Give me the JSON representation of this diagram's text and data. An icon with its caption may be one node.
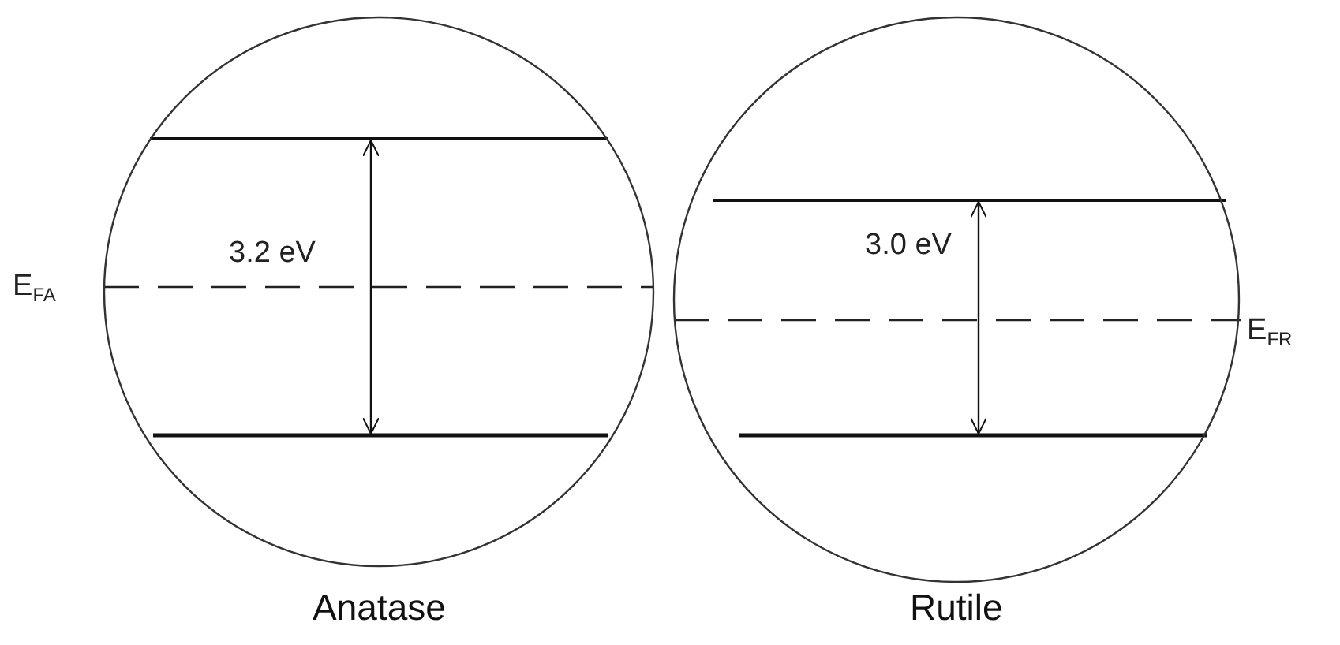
{
  "diagram": {
    "nodes": [
      {
        "text": [
          "3.2 eV"
        ],
        "beside": [
          "Anatase"
        ]
      },
      {
        "text": [
          "3.0 eV"
        ],
        "beside": [
          "Rutile"
        ]
      }
    ],
    "labels": [
      "E$_{FA}$",
      "E$_{FR}$"
    ]
  }
}
